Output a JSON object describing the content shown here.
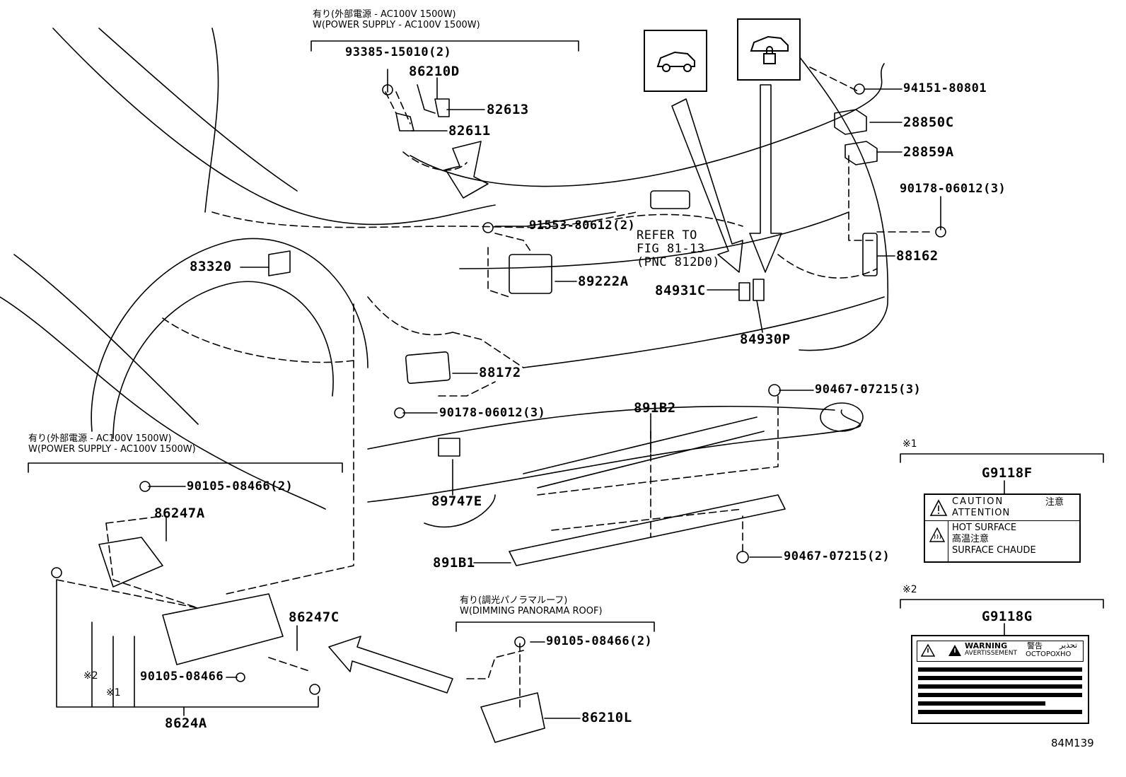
{
  "notes": {
    "power_supply_top_jp": "有り(外部電源 - AC100V 1500W)",
    "power_supply_top_en": "W(POWER SUPPLY - AC100V 1500W)",
    "power_supply_left_jp": "有り(外部電源 - AC100V 1500W)",
    "power_supply_left_en": "W(POWER SUPPLY - AC100V 1500W)",
    "dimming_jp": "有り(調光パノラマルーフ)",
    "dimming_en": "W(DIMMING PANORAMA ROOF)",
    "refer_line1": "REFER TO",
    "refer_line2": "FIG 81-13",
    "refer_line3": "(PNC 812D0)",
    "mark1": "※1",
    "mark2": "※2",
    "left_mark1": "※1",
    "left_mark2": "※2",
    "figure_id": "84M139"
  },
  "parts": {
    "p93385": "93385-15010(2)",
    "p86210D": "86210D",
    "p82613": "82613",
    "p82611": "82611",
    "p94151": "94151-80801",
    "p28850C": "28850C",
    "p28859A": "28859A",
    "p90178a": "90178-06012(3)",
    "p91553": "91553-80612(2)",
    "p83320": "83320",
    "p88162": "88162",
    "p89222A": "89222A",
    "p84931C": "84931C",
    "p84930P": "84930P",
    "p88172": "88172",
    "p90467a": "90467-07215(3)",
    "p90178b": "90178-06012(3)",
    "p891B2": "891B2",
    "p90105a": "90105-08466(2)",
    "p86247A": "86247A",
    "p89747E": "89747E",
    "p891B1": "891B1",
    "p90467b": "90467-07215(2)",
    "p86247C": "86247C",
    "p90105b": "90105-08466",
    "p8624A": "8624A",
    "p90105c": "90105-08466(2)",
    "p86210L": "86210L",
    "pG9118F": "G9118F",
    "pG9118G": "G9118G"
  },
  "label_f": {
    "caution": "CAUTION",
    "attention": "ATTENTION",
    "chui": "注意",
    "hot": "HOT SURFACE",
    "kouon": "高温注意",
    "chaude": "SURFACE CHAUDE"
  },
  "label_g": {
    "warning": "WARNING",
    "avert": "AVERTISSEMENT",
    "keikoku": "警告",
    "ostorozhno": "OCTOPOXHO",
    "arabic": "تحذير"
  },
  "icons": [
    "car-side-icon",
    "car-lock-icon",
    "warning-triangle-icon",
    "hot-surface-icon"
  ]
}
